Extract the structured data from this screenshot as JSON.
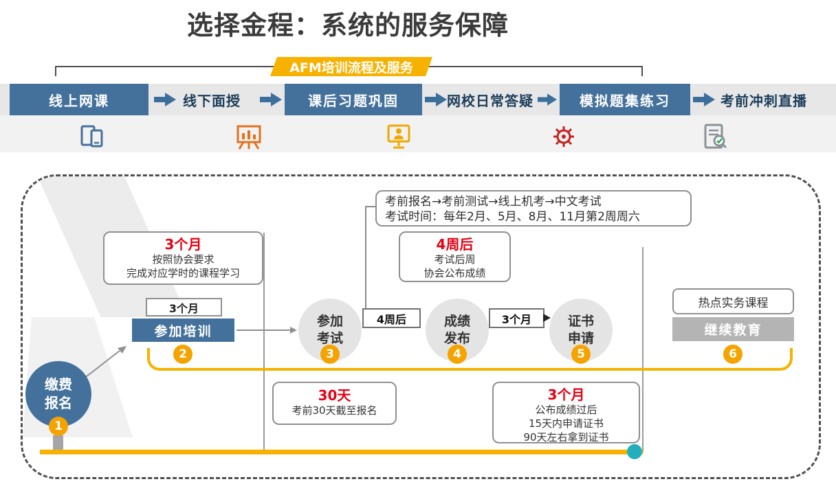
{
  "page": {
    "title": "选择金程：系统的服务保障",
    "banner_label": "AFM培训流程及服务"
  },
  "service_bar": {
    "steps": [
      {
        "label": "线上网课",
        "type": "box"
      },
      {
        "label": "线下面授",
        "type": "text"
      },
      {
        "label": "课后习题巩固",
        "type": "box"
      },
      {
        "label": "网校日常答疑",
        "type": "text"
      },
      {
        "label": "模拟题集练习",
        "type": "box"
      },
      {
        "label": "考前冲刺直播",
        "type": "text"
      }
    ]
  },
  "icons": [
    {
      "name": "dual-screen-device-icon",
      "color": "#44719b"
    },
    {
      "name": "presentation-chart-icon",
      "color": "#e2711d"
    },
    {
      "name": "monitor-user-icon",
      "color": "#f0a800"
    },
    {
      "name": "gear-arrows-icon",
      "color": "#c81e1e"
    },
    {
      "name": "document-magnifier-icon",
      "color": "#8a9296"
    }
  ],
  "flow": {
    "exam_info": {
      "line1": "考前报名→考前测试→线上机考→中文考试",
      "line2": "考试时间：每年2月、5月、8月、11月第2周周六"
    },
    "training_note": {
      "highlight": "3个月",
      "line1": "按照协会要求",
      "line2": "完成对应学时的课程学习"
    },
    "result_note": {
      "highlight": "4周后",
      "line1": "考试后周",
      "line2": "协会公布成绩"
    },
    "register_note": {
      "highlight": "30天",
      "line1": "考前30天截至报名"
    },
    "certificate_note": {
      "highlight": "3个月",
      "line1": "公布成绩过后",
      "line2": "15天内申请证书",
      "line3": "90天左右拿到证书"
    },
    "duration_label": "3个月",
    "gap_after_exam": "4周后",
    "gap_before_certificate": "3个月",
    "extra_course": "热点实务课程",
    "nodes": {
      "pay": {
        "num": "1",
        "label": "缴费\n报名"
      },
      "training": {
        "num": "2",
        "label": "参加培训"
      },
      "exam": {
        "num": "3",
        "label": "参加\n考试"
      },
      "result": {
        "num": "4",
        "label": "成绩\n发布"
      },
      "certificate": {
        "num": "5",
        "label": "证书\n申请"
      },
      "continuing": {
        "num": "6",
        "label": "继续教育"
      }
    }
  },
  "colors": {
    "primary_blue": "#44719b",
    "accent_yellow": "#f7b100",
    "badge_orange": "#f5a300",
    "highlight_red": "#e60012",
    "teal_dot": "#23aebb",
    "node_gray": "#e4e4e4",
    "continuing_gray": "#b4b4b4"
  }
}
